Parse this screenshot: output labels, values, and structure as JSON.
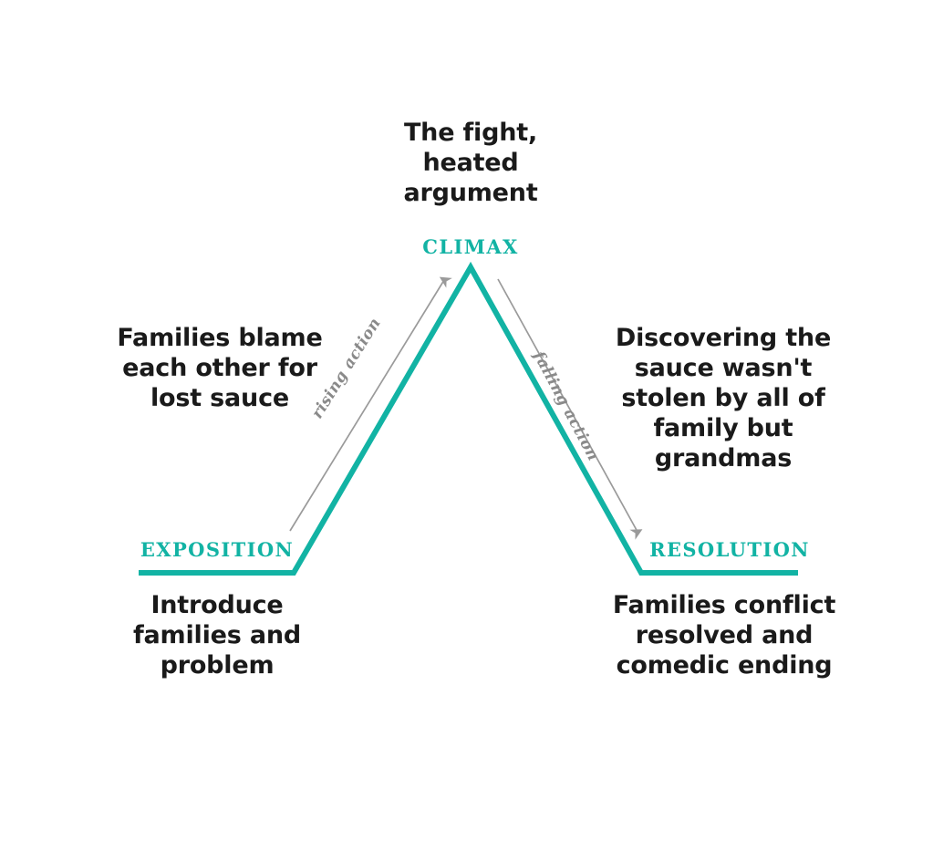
{
  "diagram": {
    "type": "story-arc",
    "accent_color": "#12b3a4",
    "text_color": "#1a1a1a",
    "annotation_color": "#8a8a8a",
    "background_color": "#ffffff",
    "stages": {
      "exposition": {
        "label": "EXPOSITION",
        "description": "Introduce families and problem"
      },
      "rising": {
        "label": "rising action",
        "description": "Families blame each other for lost sauce"
      },
      "climax": {
        "label": "CLIMAX",
        "description": "The fight, heated argument"
      },
      "falling": {
        "label": "falling action",
        "description": "Discovering the sauce wasn't stolen by all of family but grandmas"
      },
      "resolution": {
        "label": "RESOLUTION",
        "description": "Families conflict resolved and comedic ending"
      }
    }
  }
}
